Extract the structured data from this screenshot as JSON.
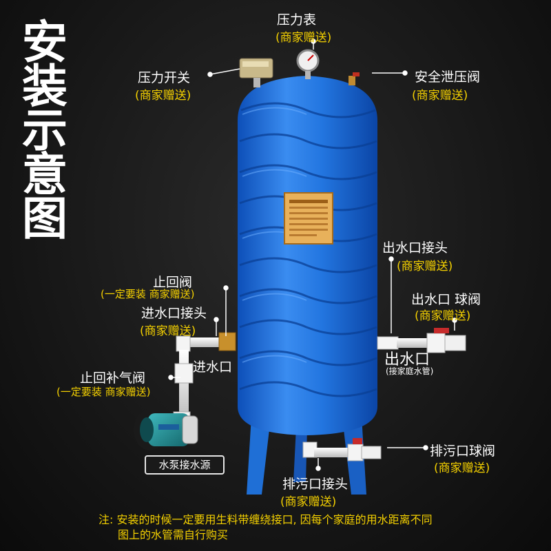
{
  "title": [
    "安",
    "装",
    "示",
    "意",
    "图"
  ],
  "labels": {
    "pressure_gauge": {
      "name": "压力表",
      "note": "(商家赠送)"
    },
    "pressure_switch": {
      "name": "压力开关",
      "note": "(商家赠送)"
    },
    "safety_valve": {
      "name": "安全泄压阀",
      "note": "(商家赠送)"
    },
    "outlet_joint": {
      "name": "出水口接头",
      "note": "(商家赠送)"
    },
    "outlet_ball_valve": {
      "name": "出水口  球阀",
      "note": "(商家赠送)"
    },
    "outlet": {
      "name": "出水口",
      "note": "(接家庭水管)"
    },
    "check_valve": {
      "name": "止回阀",
      "note": "(一定要装 商家赠送)"
    },
    "inlet_joint": {
      "name": "进水口接头",
      "note": "(商家赠送)"
    },
    "inlet": {
      "name": "进水口"
    },
    "air_check_valve": {
      "name": "止回补气阀",
      "note": "(一定要装 商家赠送)"
    },
    "pump_source": {
      "name": "水泵接水源"
    },
    "drain_ball_valve": {
      "name": "排污口球阀",
      "note": "(商家赠送)"
    },
    "drain_joint": {
      "name": "排污口接头",
      "note": "(商家赠送)"
    }
  },
  "note": {
    "line1": "注: 安装的时候一定要用生料带缠绕接口, 因每个家庭的用水距离不同",
    "line2": "图上的水管需自行购买"
  },
  "colors": {
    "tank_blue": "#1f6fd6",
    "label_yellow": "#f5d100",
    "pipe_white": "#e8e8e8",
    "pump_teal": "#1e8f95"
  }
}
